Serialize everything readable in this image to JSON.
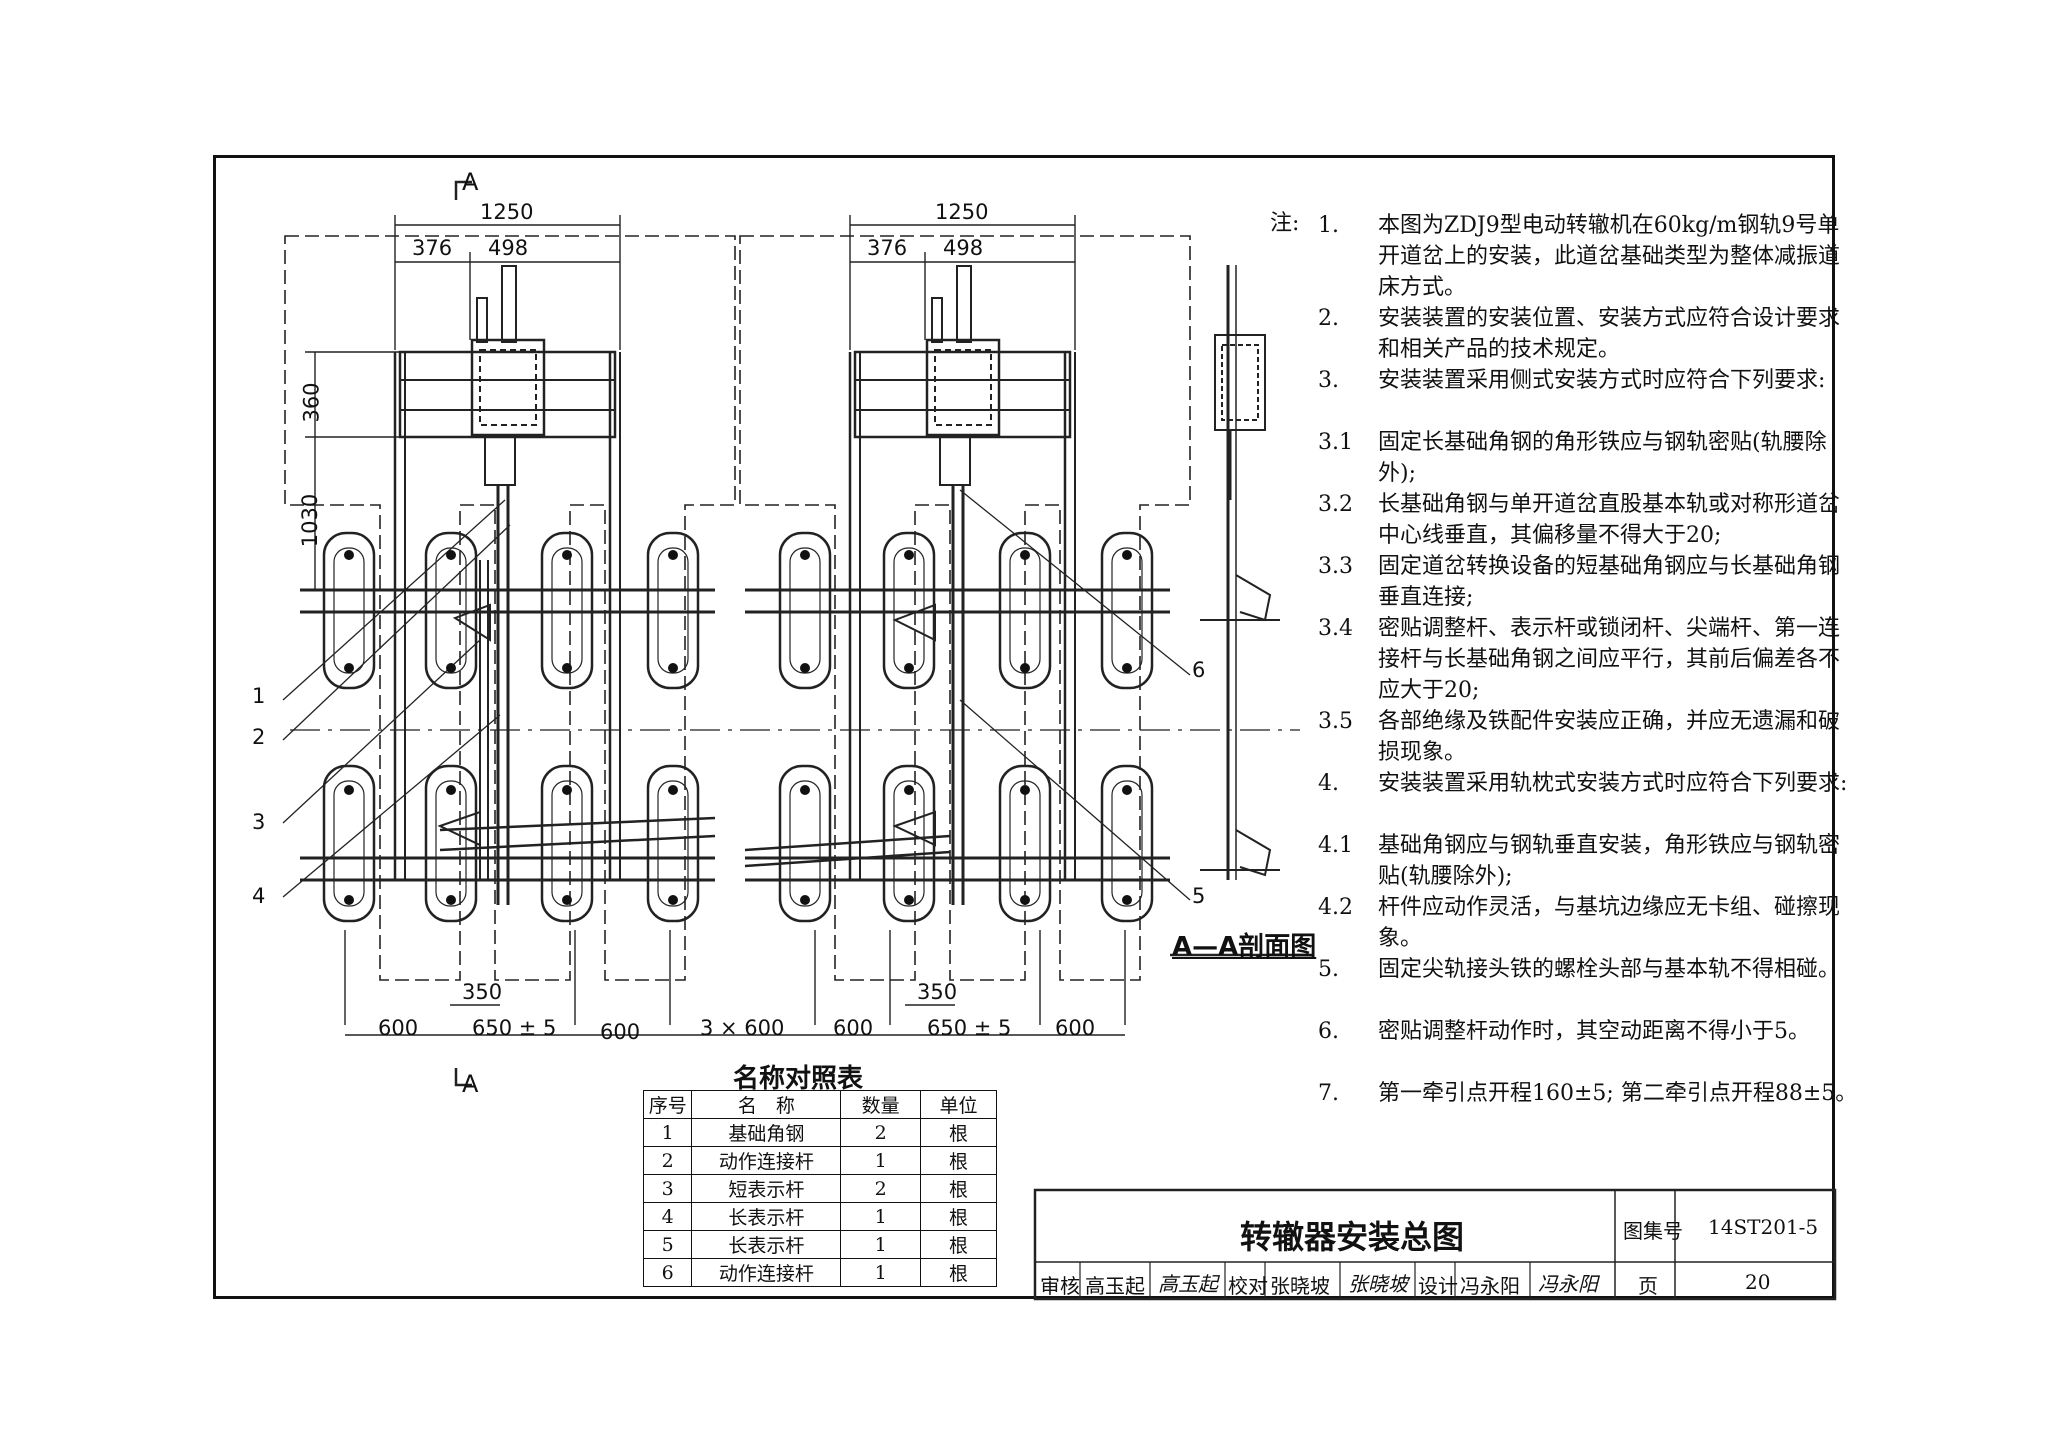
{
  "plan": {
    "section_mark": "A",
    "dims": {
      "overall_width": "1250",
      "left_offset": "376",
      "right_offset": "498",
      "upper_height": "360",
      "total_height": "1030",
      "inner": "350",
      "spacing_a": "600",
      "spacing_b": "650 ± 5",
      "spacing_c": "600",
      "between": "3 × 600",
      "spacing_d": "600",
      "spacing_e": "650 ± 5",
      "spacing_f": "600"
    },
    "callouts": [
      "1",
      "2",
      "3",
      "4",
      "5",
      "6"
    ]
  },
  "section_view": {
    "title": "A—A剖面图"
  },
  "notes": {
    "head": "注:",
    "items": [
      {
        "no": "1.",
        "text": "本图为ZDJ9型电动转辙机在60kg/m钢轨9号单开道岔上的安装，此道岔基础类型为整体减振道床方式。"
      },
      {
        "no": "2.",
        "text": "安装装置的安装位置、安装方式应符合设计要求和相关产品的技术规定。"
      },
      {
        "no": "3.",
        "text": "安装装置采用侧式安装方式时应符合下列要求:"
      },
      {
        "no": "3.1",
        "text": "固定长基础角钢的角形铁应与钢轨密贴(轨腰除外);"
      },
      {
        "no": "3.2",
        "text": "长基础角钢与单开道岔直股基本轨或对称形道岔中心线垂直，其偏移量不得大于20;"
      },
      {
        "no": "3.3",
        "text": "固定道岔转换设备的短基础角钢应与长基础角钢垂直连接;"
      },
      {
        "no": "3.4",
        "text": "密贴调整杆、表示杆或锁闭杆、尖端杆、第一连接杆与长基础角钢之间应平行，其前后偏差各不应大于20;"
      },
      {
        "no": "3.5",
        "text": "各部绝缘及铁配件安装应正确，并应无遗漏和破损现象。"
      },
      {
        "no": "4.",
        "text": "安装装置采用轨枕式安装方式时应符合下列要求:"
      },
      {
        "no": "4.1",
        "text": "基础角钢应与钢轨垂直安装，角形铁应与钢轨密贴(轨腰除外);"
      },
      {
        "no": "4.2",
        "text": "杆件应动作灵活，与基坑边缘应无卡组、碰擦现象。"
      },
      {
        "no": "5.",
        "text": "固定尖轨接头铁的螺栓头部与基本轨不得相碰。"
      },
      {
        "no": "6.",
        "text": "密贴调整杆动作时，其空动距离不得小于5。"
      },
      {
        "no": "7.",
        "text": "第一牵引点开程160±5; 第二牵引点开程88±5。"
      }
    ]
  },
  "legend": {
    "title": "名称对照表",
    "headers": [
      "序号",
      "名　称",
      "数量",
      "单位"
    ],
    "rows": [
      [
        "1",
        "基础角钢",
        "2",
        "根"
      ],
      [
        "2",
        "动作连接杆",
        "1",
        "根"
      ],
      [
        "3",
        "短表示杆",
        "2",
        "根"
      ],
      [
        "4",
        "长表示杆",
        "1",
        "根"
      ],
      [
        "5",
        "长表示杆",
        "1",
        "根"
      ],
      [
        "6",
        "动作连接杆",
        "1",
        "根"
      ]
    ]
  },
  "title_block": {
    "title": "转辙器安装总图",
    "atlas_label": "图集号",
    "atlas_no": "14ST201-5",
    "review_label": "审核",
    "reviewer": "高玉起",
    "reviewer_sig": "高玉起",
    "check_label": "校对",
    "checker": "张晓坡",
    "checker_sig": "张晓坡",
    "design_label": "设计",
    "designer": "冯永阳",
    "designer_sig": "冯永阳",
    "page_label": "页",
    "page_no": "20"
  }
}
